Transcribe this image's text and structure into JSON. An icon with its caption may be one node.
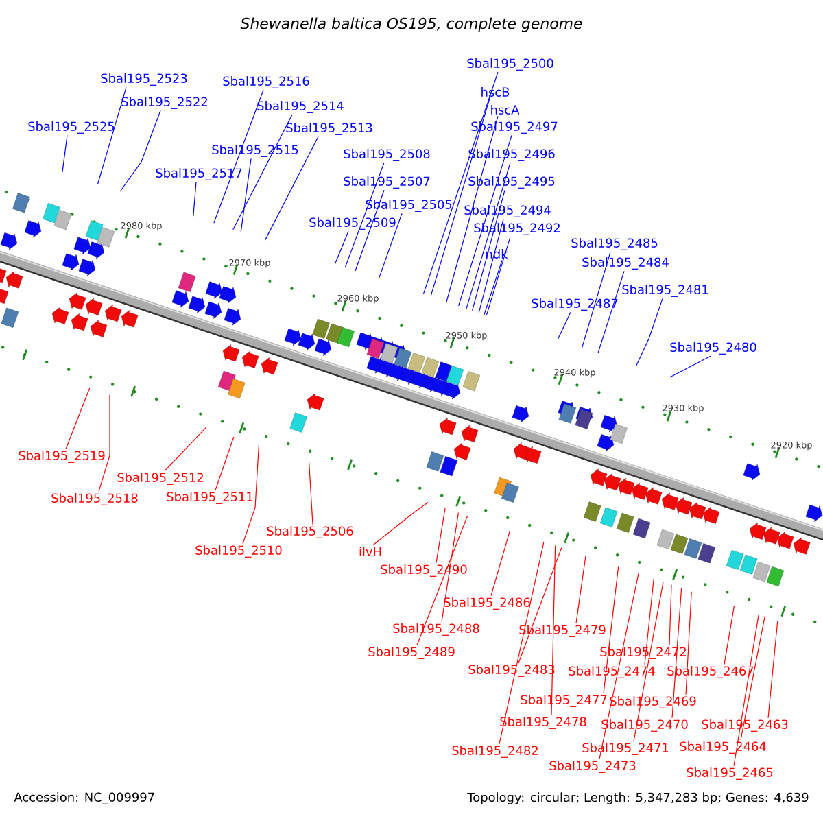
{
  "diagram": {
    "title": "Shewanella baltica OS195, complete genome",
    "nodes": [
      {
        "text": [
          "Sbal195_2500"
        ]
      },
      {
        "text": [
          "Sbal195_2523"
        ]
      },
      {
        "text": [
          "Sbal195_2516"
        ]
      },
      {
        "text": [
          "hscB"
        ]
      },
      {
        "text": [
          "Sbal195_2522"
        ]
      },
      {
        "text": [
          "Sbal195_2514"
        ]
      },
      {
        "text": [
          "hscA"
        ]
      },
      {
        "text": [
          "Sbal195_2497"
        ]
      },
      {
        "text": [
          "Sbal195_2525"
        ]
      },
      {
        "text": [
          "Sbal195_2513"
        ]
      },
      {
        "text": [
          "Sbal195_2515"
        ]
      },
      {
        "text": [
          "Sbal195_2508"
        ]
      },
      {
        "text": [
          "Sbal195_2496"
        ]
      },
      {
        "text": [
          "Sbal195_2517"
        ]
      },
      {
        "text": [
          "Sbal195_2507"
        ]
      },
      {
        "text": [
          "Sbal195_2495"
        ]
      },
      {
        "text": [
          "Sbal195_2505"
        ]
      },
      {
        "text": [
          "Sbal195_2494"
        ]
      },
      {
        "text": [
          "Sbal195_2509"
        ]
      },
      {
        "text": [
          "Sbal195_2492"
        ]
      },
      {
        "text": [
          "Sbal195_2485"
        ]
      },
      {
        "text": [
          "ndk"
        ]
      },
      {
        "text": [
          "Sbal195_2484"
        ]
      },
      {
        "text": [
          "Sbal195_2481"
        ]
      },
      {
        "text": [
          "Sbal195_2487"
        ]
      },
      {
        "text": [
          "Sbal195_2480"
        ]
      },
      {
        "text": [
          "Sbal195_2519"
        ]
      },
      {
        "text": [
          "Sbal195_2512"
        ]
      },
      {
        "text": [
          "Sbal195_2511"
        ]
      },
      {
        "text": [
          "Sbal195_2518"
        ]
      },
      {
        "text": [
          "Sbal195_2506"
        ]
      },
      {
        "text": [
          "Sbal195_2510"
        ]
      },
      {
        "text": [
          "ilvH"
        ]
      },
      {
        "text": [
          "Sbal195_2490"
        ]
      },
      {
        "text": [
          "Sbal195_2486"
        ]
      },
      {
        "text": [
          "Sbal195_2488"
        ]
      },
      {
        "text": [
          "Sbal195_2479"
        ]
      },
      {
        "text": [
          "Sbal195_2489"
        ]
      },
      {
        "text": [
          "Sbal195_2483"
        ]
      },
      {
        "text": [
          "Sbal195_2474"
        ]
      },
      {
        "text": [
          "Sbal195_2472"
        ]
      },
      {
        "text": [
          "Sbal195_2477"
        ]
      },
      {
        "text": [
          "Sbal195_2469"
        ]
      },
      {
        "text": [
          "Sbal195_2478"
        ]
      },
      {
        "text": [
          "Sbal195_2470"
        ]
      },
      {
        "text": [
          "Sbal195_2471"
        ]
      },
      {
        "text": [
          "Sbal195_2482"
        ]
      },
      {
        "text": [
          "Sbal195_2473"
        ]
      },
      {
        "text": [
          "Sbal195_2467"
        ]
      },
      {
        "text": [
          "Sbal195_2463"
        ]
      },
      {
        "text": [
          "Sbal195_2464"
        ]
      },
      {
        "text": [
          "Sbal195_2465"
        ]
      }
    ],
    "edges": [
      {
        "from": 0,
        "to": null,
        "arrow": "none",
        "color": "#0000ff"
      },
      {
        "from": 1,
        "to": null,
        "arrow": "none",
        "color": "#0000ff"
      },
      {
        "from": 2,
        "to": null,
        "arrow": "none",
        "color": "#0000ff"
      },
      {
        "from": 3,
        "to": null,
        "arrow": "none",
        "color": "#0000ff"
      },
      {
        "from": 4,
        "to": null,
        "arrow": "none",
        "color": "#0000ff"
      },
      {
        "from": 5,
        "to": null,
        "arrow": "none",
        "color": "#0000ff"
      },
      {
        "from": 6,
        "to": null,
        "arrow": "none",
        "color": "#0000ff"
      },
      {
        "from": 7,
        "to": null,
        "arrow": "none",
        "color": "#0000ff"
      },
      {
        "from": 8,
        "to": null,
        "arrow": "none",
        "color": "#0000ff"
      },
      {
        "from": 9,
        "to": null,
        "arrow": "none",
        "color": "#0000ff"
      },
      {
        "from": 10,
        "to": null,
        "arrow": "none",
        "color": "#0000ff"
      },
      {
        "from": 11,
        "to": null,
        "arrow": "none",
        "color": "#0000ff"
      },
      {
        "from": 12,
        "to": null,
        "arrow": "none",
        "color": "#0000ff"
      },
      {
        "from": 13,
        "to": null,
        "arrow": "none",
        "color": "#0000ff"
      },
      {
        "from": 14,
        "to": null,
        "arrow": "none",
        "color": "#0000ff"
      },
      {
        "from": 15,
        "to": null,
        "arrow": "none",
        "color": "#0000ff"
      },
      {
        "from": 16,
        "to": null,
        "arrow": "none",
        "color": "#0000ff"
      },
      {
        "from": 17,
        "to": null,
        "arrow": "none",
        "color": "#0000ff"
      },
      {
        "from": 18,
        "to": null,
        "arrow": "none",
        "color": "#0000ff"
      },
      {
        "from": 19,
        "to": null,
        "arrow": "none",
        "color": "#0000ff"
      },
      {
        "from": 20,
        "to": null,
        "arrow": "none",
        "color": "#0000ff"
      },
      {
        "from": 21,
        "to": null,
        "arrow": "none",
        "color": "#0000ff"
      },
      {
        "from": 22,
        "to": null,
        "arrow": "none",
        "color": "#0000ff"
      },
      {
        "from": 23,
        "to": null,
        "arrow": "none",
        "color": "#0000ff"
      },
      {
        "from": 24,
        "to": null,
        "arrow": "none",
        "color": "#0000ff"
      },
      {
        "from": 25,
        "to": null,
        "arrow": "none",
        "color": "#0000ff"
      },
      {
        "from": 26,
        "to": null,
        "arrow": "none",
        "color": "#ff0000"
      },
      {
        "from": 27,
        "to": null,
        "arrow": "none",
        "color": "#ff0000"
      },
      {
        "from": 28,
        "to": null,
        "arrow": "none",
        "color": "#ff0000"
      },
      {
        "from": 29,
        "to": null,
        "arrow": "none",
        "color": "#ff0000"
      },
      {
        "from": 30,
        "to": null,
        "arrow": "none",
        "color": "#ff0000"
      },
      {
        "from": 31,
        "to": null,
        "arrow": "none",
        "color": "#ff0000"
      },
      {
        "from": 32,
        "to": null,
        "arrow": "none",
        "color": "#ff0000"
      },
      {
        "from": 33,
        "to": null,
        "arrow": "none",
        "color": "#ff0000"
      },
      {
        "from": 34,
        "to": null,
        "arrow": "none",
        "color": "#ff0000"
      },
      {
        "from": 35,
        "to": null,
        "arrow": "none",
        "color": "#ff0000"
      },
      {
        "from": 36,
        "to": null,
        "arrow": "none",
        "color": "#ff0000"
      },
      {
        "from": 37,
        "to": null,
        "arrow": "none",
        "color": "#ff0000"
      },
      {
        "from": 38,
        "to": null,
        "arrow": "none",
        "color": "#ff0000"
      },
      {
        "from": 39,
        "to": null,
        "arrow": "none",
        "color": "#ff0000"
      },
      {
        "from": 40,
        "to": null,
        "arrow": "none",
        "color": "#ff0000"
      },
      {
        "from": 41,
        "to": null,
        "arrow": "none",
        "color": "#ff0000"
      },
      {
        "from": 42,
        "to": null,
        "arrow": "none",
        "color": "#ff0000"
      },
      {
        "from": 43,
        "to": null,
        "arrow": "none",
        "color": "#ff0000"
      },
      {
        "from": 44,
        "to": null,
        "arrow": "none",
        "color": "#ff0000"
      },
      {
        "from": 45,
        "to": null,
        "arrow": "none",
        "color": "#ff0000"
      },
      {
        "from": 46,
        "to": null,
        "arrow": "none",
        "color": "#ff0000"
      },
      {
        "from": 47,
        "to": null,
        "arrow": "none",
        "color": "#ff0000"
      },
      {
        "from": 48,
        "to": null,
        "arrow": "none",
        "color": "#ff0000"
      },
      {
        "from": 49,
        "to": null,
        "arrow": "none",
        "color": "#ff0000"
      },
      {
        "from": 50,
        "to": null,
        "arrow": "none",
        "color": "#ff0000"
      },
      {
        "from": 51,
        "to": null,
        "arrow": "none",
        "color": "#ff0000"
      }
    ],
    "labels": [
      "2980 kbp",
      "2970 kbp",
      "2960 kbp",
      "2950 kbp",
      "2940 kbp",
      "2930 kbp",
      "2920 kbp",
      "Accession: NC_009997",
      "Topology: circular; Length: 5,347,283 bp; Genes: 4,639"
    ]
  }
}
